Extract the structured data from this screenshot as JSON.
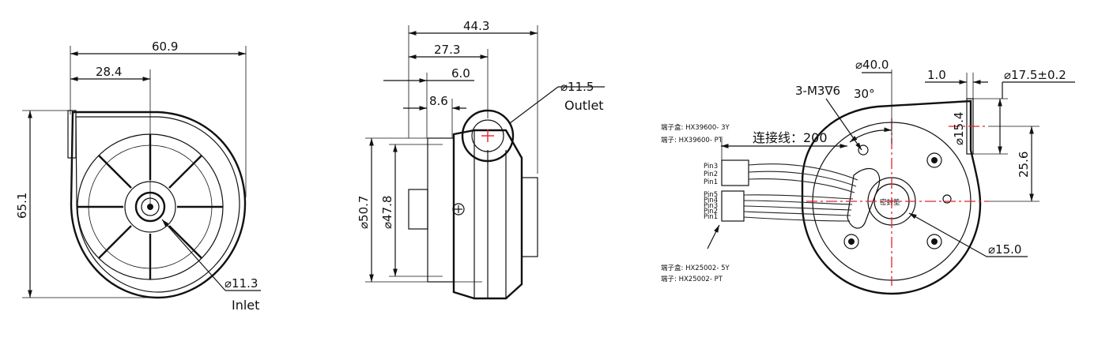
{
  "front_view": {
    "dim_width": "60.9",
    "dim_offset": "28.4",
    "dim_height": "65.1",
    "dim_inlet_diameter": "⌀11.3",
    "inlet_label": "Inlet"
  },
  "side_view": {
    "dim_total_depth": "44.3",
    "dim_outlet_offset": "27.3",
    "dim_flange": "6.0",
    "dim_hub": "8.6",
    "dim_outlet_diameter": "⌀11.5",
    "outlet_label": "Outlet",
    "dim_outer_diameter": "⌀50.7",
    "dim_inner_diameter": "⌀47.8"
  },
  "rear_view": {
    "dim_body_diameter": "⌀40.0",
    "screw_spec": "3-M3∇6",
    "angle": "30°",
    "dim_flange_thickness": "1.0",
    "dim_port_outer": "⌀17.5±0.2",
    "dim_port_inner": "⌀15.4",
    "dim_port_height": "25.6",
    "dim_hub_diameter": "⌀15.0",
    "cable_length": "连接线：200",
    "seal_label": "密封垫",
    "connector_top": {
      "housing": "端子盒: HX39600- 3Y",
      "terminal": "端子:   HX39600- PT",
      "pins": [
        "Pin3",
        "Pin2",
        "Pin1"
      ]
    },
    "connector_bottom": {
      "housing": "端子盒: HX25002- 5Y",
      "terminal": "端子:   HX25002- PT",
      "pins": [
        "Pin5",
        "Pin4",
        "Pin3",
        "Pin2",
        "Pin1"
      ]
    }
  }
}
